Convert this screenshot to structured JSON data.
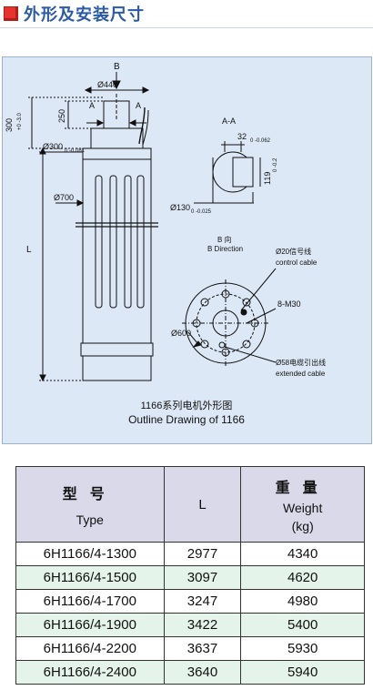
{
  "header": {
    "title": "外形及安装尺寸"
  },
  "drawing": {
    "caption_cn": "1166系列电机外形图",
    "caption_en": "Outline Drawing of 1166",
    "labels": {
      "b": "B",
      "a_left": "A",
      "a_right": "A",
      "d440": "Ø440",
      "h300_main": "300",
      "h300_tol": "+0 -3.0",
      "h250": "250",
      "d300_main": "Ø300",
      "d300_tol": "0 -0.081",
      "d700": "Ø700",
      "length": "L",
      "section_aa": "A-A",
      "key32_main": "32",
      "key32_tol": "0 -0.062",
      "h119_main": "119",
      "h119_tol": "0 -0.2",
      "d130_main": "Ø130",
      "d130_tol": "0 -0.025",
      "b_dir_cn": "B 向",
      "b_dir_en": "B Direction",
      "signal_cn": "Ø20信号线",
      "signal_en": "control cable",
      "bolt": "8-M30",
      "d600": "Ø600",
      "ext_cn": "Ø58电缆引出线",
      "ext_en": "extended cable"
    }
  },
  "table": {
    "headers": {
      "type_cn": "型号",
      "type_en": "Type",
      "l": "L",
      "weight_cn": "重量",
      "weight_en": "Weight",
      "weight_unit": "(kg)"
    },
    "rows": [
      {
        "type": "6H1166/4-1300",
        "l": "2977",
        "weight": "4340"
      },
      {
        "type": "6H1166/4-1500",
        "l": "3097",
        "weight": "4620"
      },
      {
        "type": "6H1166/4-1700",
        "l": "3247",
        "weight": "4980"
      },
      {
        "type": "6H1166/4-1900",
        "l": "3422",
        "weight": "5400"
      },
      {
        "type": "6H1166/4-2200",
        "l": "3637",
        "weight": "5930"
      },
      {
        "type": "6H1166/4-2400",
        "l": "3640",
        "weight": "5940"
      }
    ]
  }
}
